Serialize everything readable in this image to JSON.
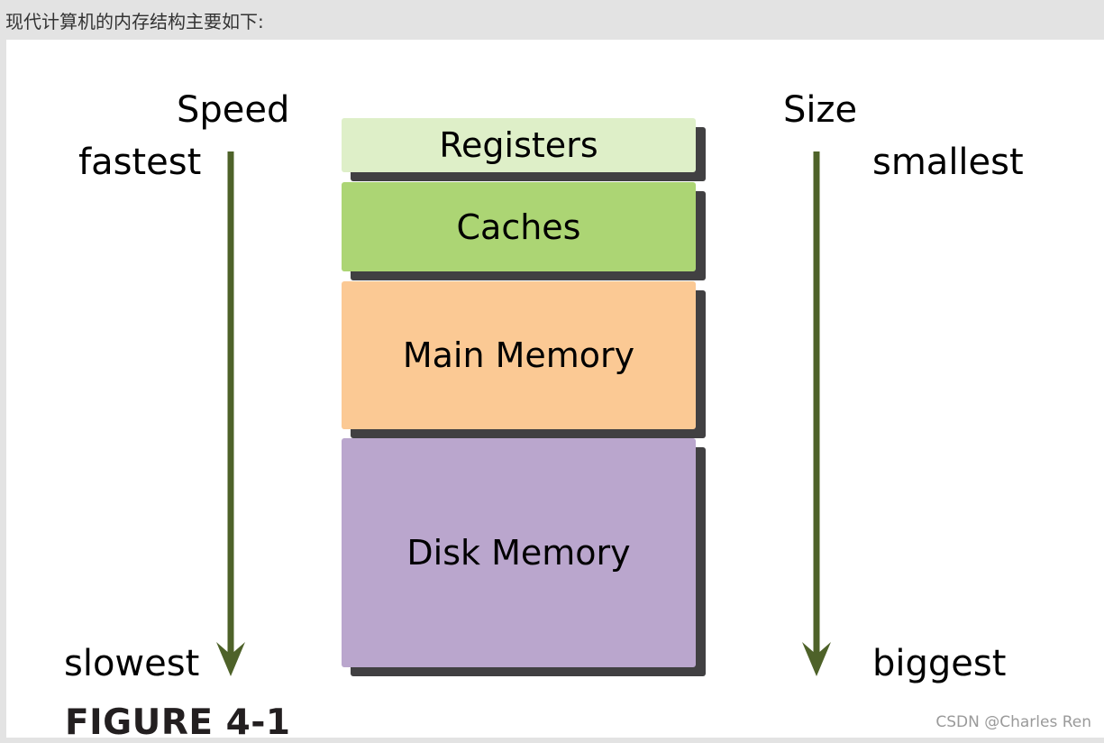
{
  "caption": "现代计算机的内存结构主要如下:",
  "speed": {
    "title": "Speed",
    "top": "fastest",
    "bottom": "slowest"
  },
  "size": {
    "title": "Size",
    "top": "smallest",
    "bottom": "biggest"
  },
  "blocks": [
    {
      "label": "Registers",
      "color": "#deefc8"
    },
    {
      "label": "Caches",
      "color": "#acd574"
    },
    {
      "label": "Main Memory",
      "color": "#fbc994"
    },
    {
      "label": "Disk Memory",
      "color": "#baa6cd"
    }
  ],
  "arrow_color": "#4e6229",
  "figure_label": "FIGURE 4-1",
  "watermark": "CSDN @Charles Ren"
}
